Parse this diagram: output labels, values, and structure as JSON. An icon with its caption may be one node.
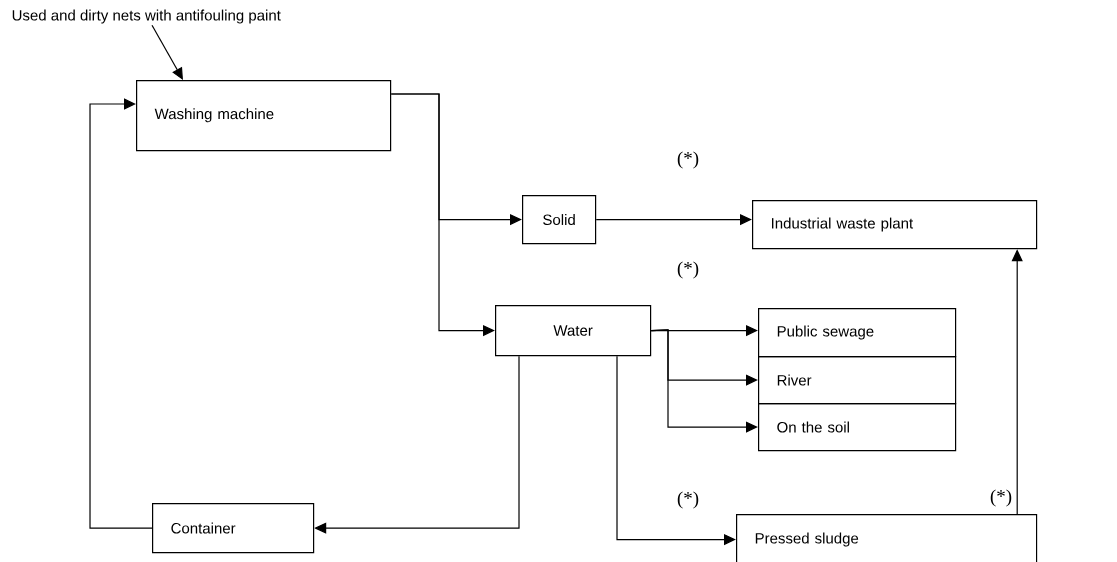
{
  "diagram": {
    "nodes": [
      {
        "text": [
          "Used and dirty nets with antifouling paint"
        ]
      },
      {
        "text": [
          "Washing machine"
        ]
      },
      {
        "text": [
          "Solid"
        ]
      },
      {
        "text": [
          "Industrial waste plant"
        ]
      },
      {
        "text": [
          "Water"
        ]
      },
      {
        "text": [
          "Public sewage"
        ]
      },
      {
        "text": [
          "River"
        ]
      },
      {
        "text": [
          "On the soil"
        ]
      },
      {
        "text": [
          "Container"
        ]
      },
      {
        "text": [
          "Pressed sludge"
        ]
      }
    ],
    "edges": [
      {
        "from": 0,
        "to": 1,
        "arrow": "to"
      },
      {
        "from": 1,
        "to": 2,
        "arrow": "to"
      },
      {
        "from": 1,
        "to": 4,
        "arrow": "to"
      },
      {
        "from": 2,
        "to": 3,
        "arrow": "to"
      },
      {
        "from": 4,
        "to": 5,
        "arrow": "to"
      },
      {
        "from": 4,
        "to": 6,
        "arrow": "to"
      },
      {
        "from": 4,
        "to": 7,
        "arrow": "to"
      },
      {
        "from": 4,
        "to": 8,
        "arrow": "to"
      },
      {
        "from": 4,
        "to": 9,
        "arrow": "to"
      },
      {
        "from": 9,
        "to": 3,
        "arrow": "to"
      },
      {
        "from": 8,
        "to": 1,
        "arrow": "to"
      }
    ],
    "labels": [
      "(*)",
      "(*)",
      "(*)",
      "(*)"
    ]
  }
}
